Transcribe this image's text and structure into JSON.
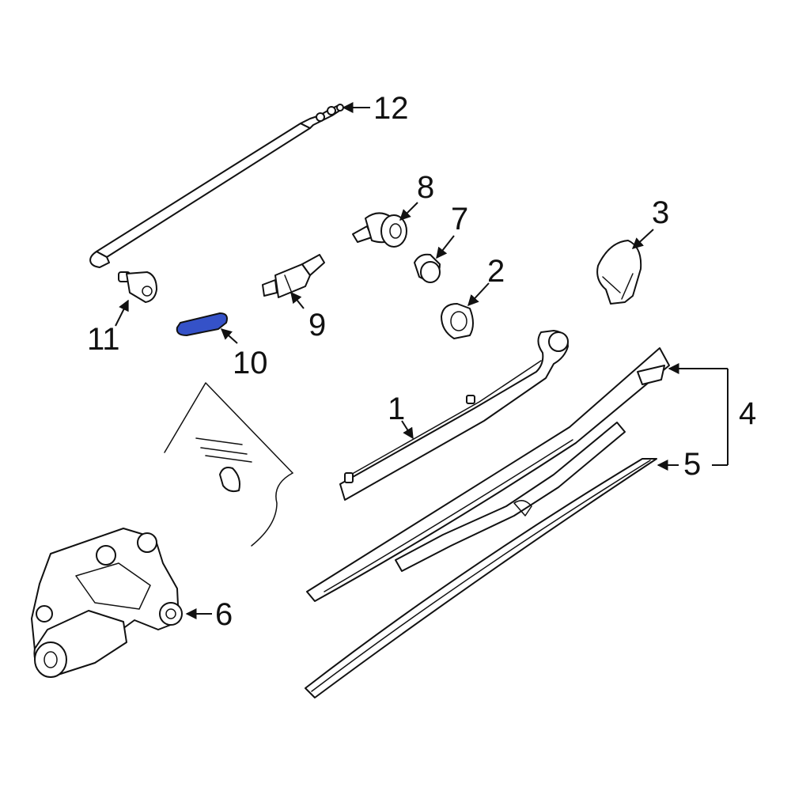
{
  "highlight_color": "#3552c8",
  "highlighted_part": "10",
  "callouts": {
    "c1": "1",
    "c2": "2",
    "c3": "3",
    "c4": "4",
    "c5": "5",
    "c6": "6",
    "c7": "7",
    "c8": "8",
    "c9": "9",
    "c10": "10",
    "c11": "11",
    "c12": "12"
  }
}
